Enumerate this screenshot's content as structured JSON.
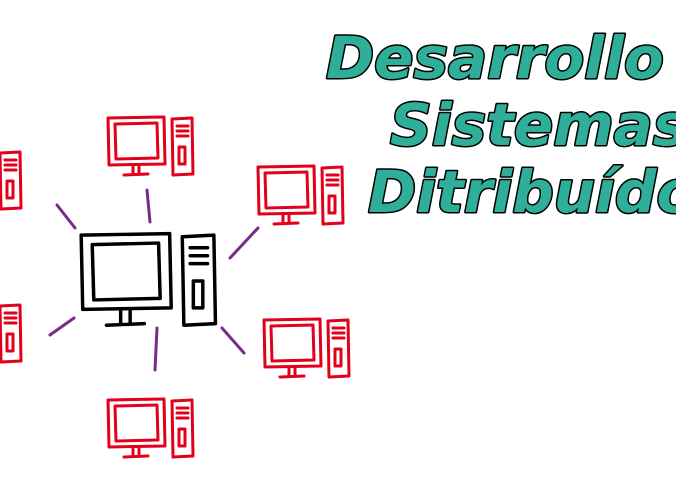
{
  "title": {
    "lines": [
      "Desarrollo de",
      "Sistemas",
      "Ditribuídos"
    ]
  },
  "colors": {
    "title_fill": "#2fae9a",
    "title_outline": "#000000",
    "server": "#000000",
    "client": "#e3001b",
    "link": "#7b2a8c",
    "background": "#ffffff"
  },
  "icons": {
    "server": "desktop-computer-icon",
    "client": "desktop-computer-icon"
  },
  "diagram": {
    "client_count": 6
  }
}
